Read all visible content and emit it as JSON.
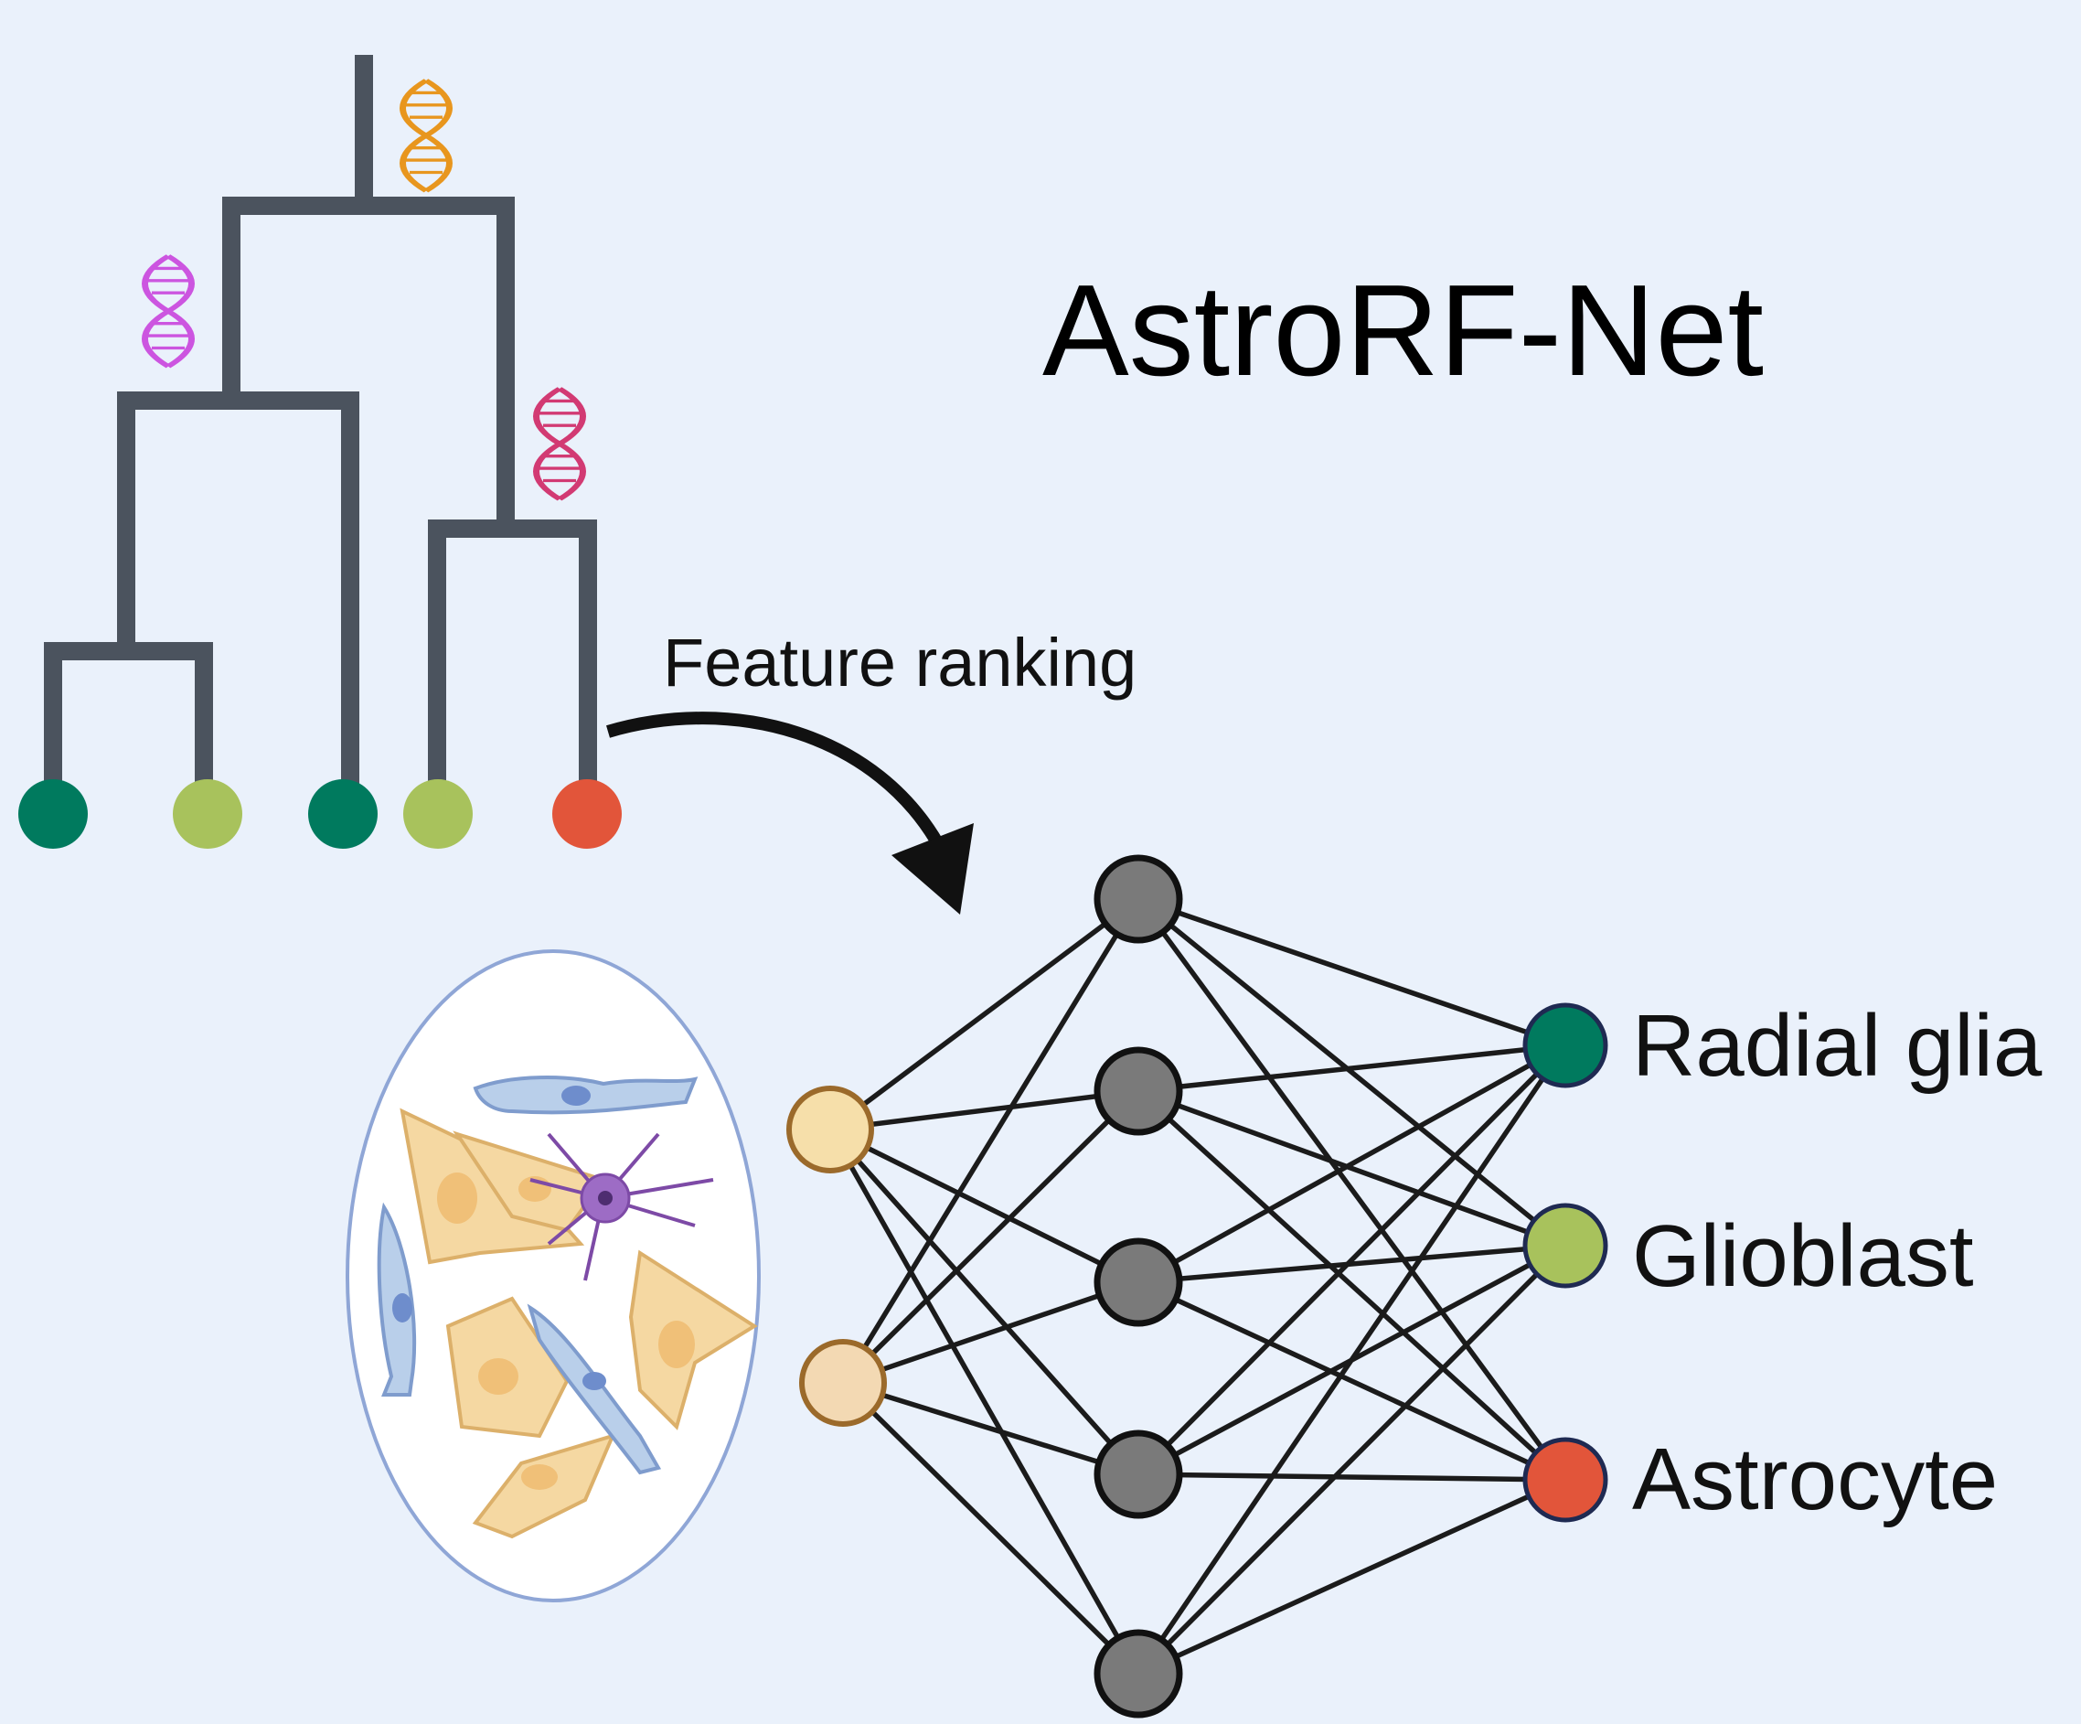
{
  "title": "AstroRF-Net",
  "arrow_label": "Feature ranking",
  "colors": {
    "background": "#eaf1fb",
    "tree_branch": "#4b535e",
    "radial_glia": "#007a5e",
    "glioblast": "#a8c25c",
    "astrocyte": "#e2553a",
    "hidden_node": "#7a7a7a",
    "input_node_1": "#f6dfaa",
    "input_node_2": "#f3d9b3",
    "dna_orange": "#e8961e",
    "dna_magenta": "#cc55e0",
    "dna_crimson": "#d23a73"
  },
  "tree_leaves": [
    "radial_glia",
    "glioblast",
    "radial_glia",
    "glioblast",
    "astrocyte"
  ],
  "dna_icons": [
    "dna-helix-icon-orange",
    "dna-helix-icon-magenta",
    "dna-helix-icon-crimson"
  ],
  "network": {
    "input_nodes": 2,
    "hidden_nodes": 5,
    "output_classes": [
      {
        "label": "Radial glia",
        "color_key": "radial_glia"
      },
      {
        "label": "Glioblast",
        "color_key": "glioblast"
      },
      {
        "label": "Astrocyte",
        "color_key": "astrocyte"
      }
    ]
  },
  "cell_cluster_icon": "brain-cells-icon"
}
